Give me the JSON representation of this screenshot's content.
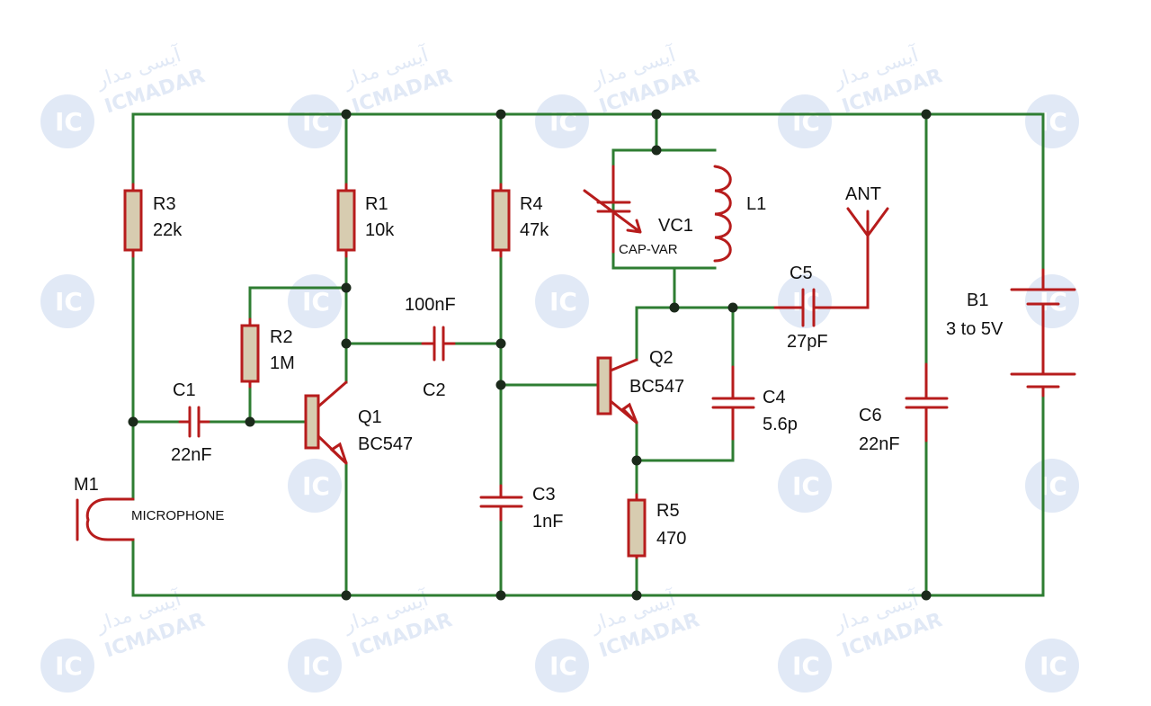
{
  "colors": {
    "wire": "#2e7d32",
    "component": "#b71c1c",
    "resistor_fill": "#d7ccb0",
    "text": "#111111",
    "watermark": "#c9d7ef"
  },
  "watermark": {
    "fa": "آیسی مدار",
    "en": "ICMADAR",
    "badge": "IC"
  },
  "components": {
    "R3": {
      "ref": "R3",
      "value": "22k"
    },
    "R1": {
      "ref": "R1",
      "value": "10k"
    },
    "R2": {
      "ref": "R2",
      "value": "1M"
    },
    "R4": {
      "ref": "R4",
      "value": "47k"
    },
    "R5": {
      "ref": "R5",
      "value": "470"
    },
    "C1": {
      "ref": "C1",
      "value": "22nF"
    },
    "C2": {
      "ref": "C2",
      "value": "100nF"
    },
    "C3": {
      "ref": "C3",
      "value": "1nF"
    },
    "C4": {
      "ref": "C4",
      "value": "5.6p"
    },
    "C5": {
      "ref": "C5",
      "value": "27pF"
    },
    "C6": {
      "ref": "C6",
      "value": "22nF"
    },
    "Q1": {
      "ref": "Q1",
      "value": "BC547"
    },
    "Q2": {
      "ref": "Q2",
      "value": "BC547"
    },
    "VC1": {
      "ref": "VC1",
      "value": "CAP-VAR"
    },
    "L1": {
      "ref": "L1"
    },
    "ANT": {
      "ref": "ANT"
    },
    "B1": {
      "ref": "B1",
      "value": "3 to 5V"
    },
    "M1": {
      "ref": "M1",
      "value": "MICROPHONE"
    }
  }
}
